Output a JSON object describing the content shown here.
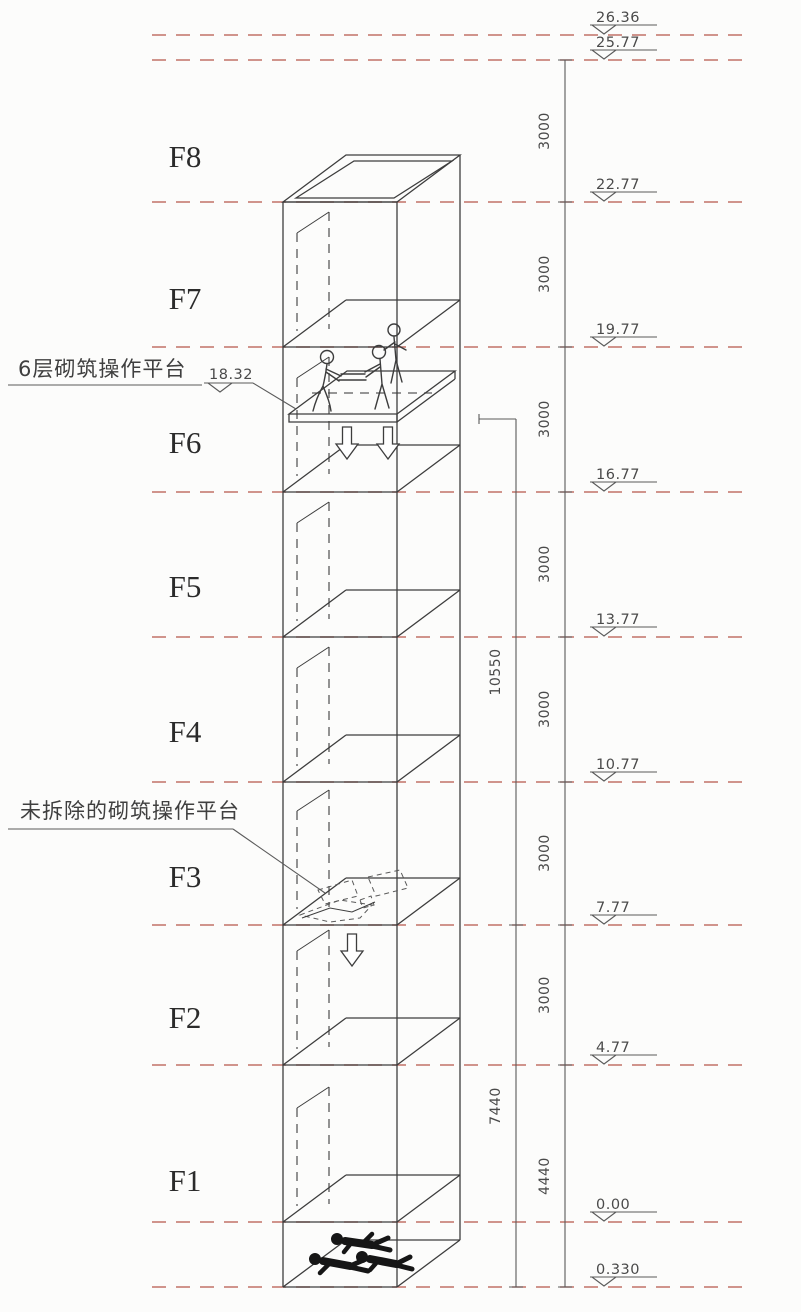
{
  "floors": [
    "F8",
    "F7",
    "F6",
    "F5",
    "F4",
    "F3",
    "F2",
    "F1"
  ],
  "levels": [
    "26.36",
    "25.77",
    "22.77",
    "19.77",
    "16.77",
    "13.77",
    "10.77",
    "7.77",
    "4.77",
    "0.00",
    "0.330"
  ],
  "platform_level": "18.32",
  "annotations": {
    "upper_platform": "6层砌筑操作平台",
    "remaining_platform": "未拆除的砌筑操作平台"
  },
  "dims": {
    "floor_height": "3000",
    "upper_total": "10550",
    "lower_total": "7440",
    "ground_total": "4440"
  },
  "colors": {
    "level-line": "#b75a4e",
    "drawing-line": "#3d3d3d",
    "dim-line": "#5a5a5a",
    "text-color": "#4a4a4a",
    "silhouette": "#161616",
    "bg": "#fcfcfb"
  }
}
